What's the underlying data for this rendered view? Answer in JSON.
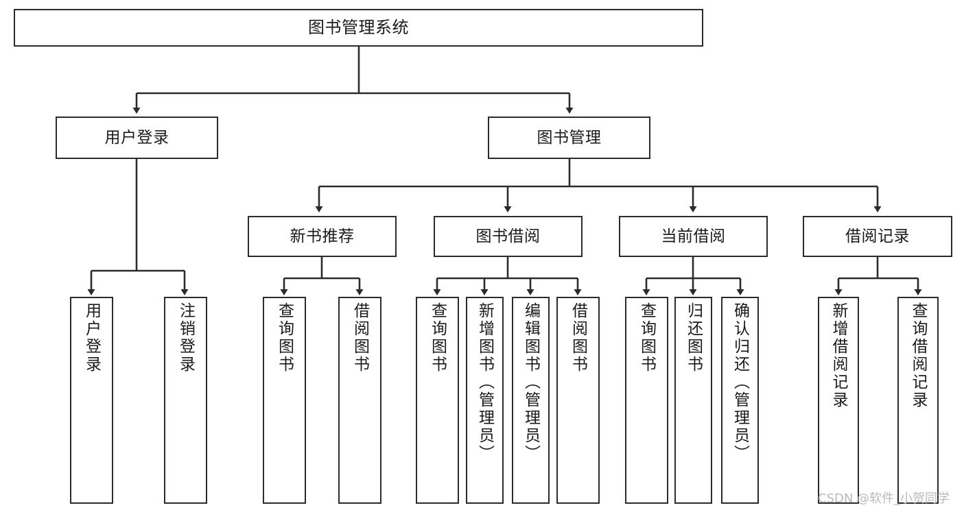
{
  "diagram": {
    "title": "图书管理系统",
    "type": "tree-hierarchy-chart",
    "orientation": "top-down",
    "colors": {
      "box_border": "#2b2b2b",
      "box_fill": "#ffffff",
      "edge": "#2b2b2b",
      "text": "#1a1a1a",
      "watermark": "#b9b9b9",
      "background": "#ffffff"
    },
    "watermark": "CSDN @软件_小贺同学"
  },
  "nodes": {
    "root": {
      "label": "图书管理系统",
      "level": 0
    },
    "level1": [
      {
        "id": "user-login",
        "label": "用户登录"
      },
      {
        "id": "book-management",
        "label": "图书管理"
      }
    ],
    "level2": [
      {
        "id": "new-book-recommend",
        "label": "新书推荐",
        "parent": "book-management"
      },
      {
        "id": "book-borrow",
        "label": "图书借阅",
        "parent": "book-management"
      },
      {
        "id": "current-borrow",
        "label": "当前借阅",
        "parent": "book-management"
      },
      {
        "id": "borrow-record",
        "label": "借阅记录",
        "parent": "book-management"
      }
    ],
    "leaves": [
      {
        "id": "leaf-user-login",
        "label": "用户登录",
        "parent": "user-login"
      },
      {
        "id": "leaf-user-logout",
        "label": "注销登录",
        "parent": "user-login"
      },
      {
        "id": "leaf-query-book-1",
        "label": "查询图书",
        "parent": "new-book-recommend"
      },
      {
        "id": "leaf-borrow-book-1",
        "label": "借阅图书",
        "parent": "new-book-recommend"
      },
      {
        "id": "leaf-query-book-2",
        "label": "查询图书",
        "parent": "book-borrow"
      },
      {
        "id": "leaf-add-book",
        "label": "新增图书（管理员）",
        "parent": "book-borrow"
      },
      {
        "id": "leaf-edit-book",
        "label": "编辑图书（管理员）",
        "parent": "book-borrow"
      },
      {
        "id": "leaf-borrow-book-2",
        "label": "借阅图书",
        "parent": "book-borrow"
      },
      {
        "id": "leaf-query-book-3",
        "label": "查询图书",
        "parent": "current-borrow"
      },
      {
        "id": "leaf-return-book",
        "label": "归还图书",
        "parent": "current-borrow"
      },
      {
        "id": "leaf-confirm-return",
        "label": "确认归还（管理员）",
        "parent": "current-borrow"
      },
      {
        "id": "leaf-add-record",
        "label": "新增借阅记录",
        "parent": "borrow-record"
      },
      {
        "id": "leaf-query-record",
        "label": "查询借阅记录",
        "parent": "borrow-record"
      }
    ]
  }
}
